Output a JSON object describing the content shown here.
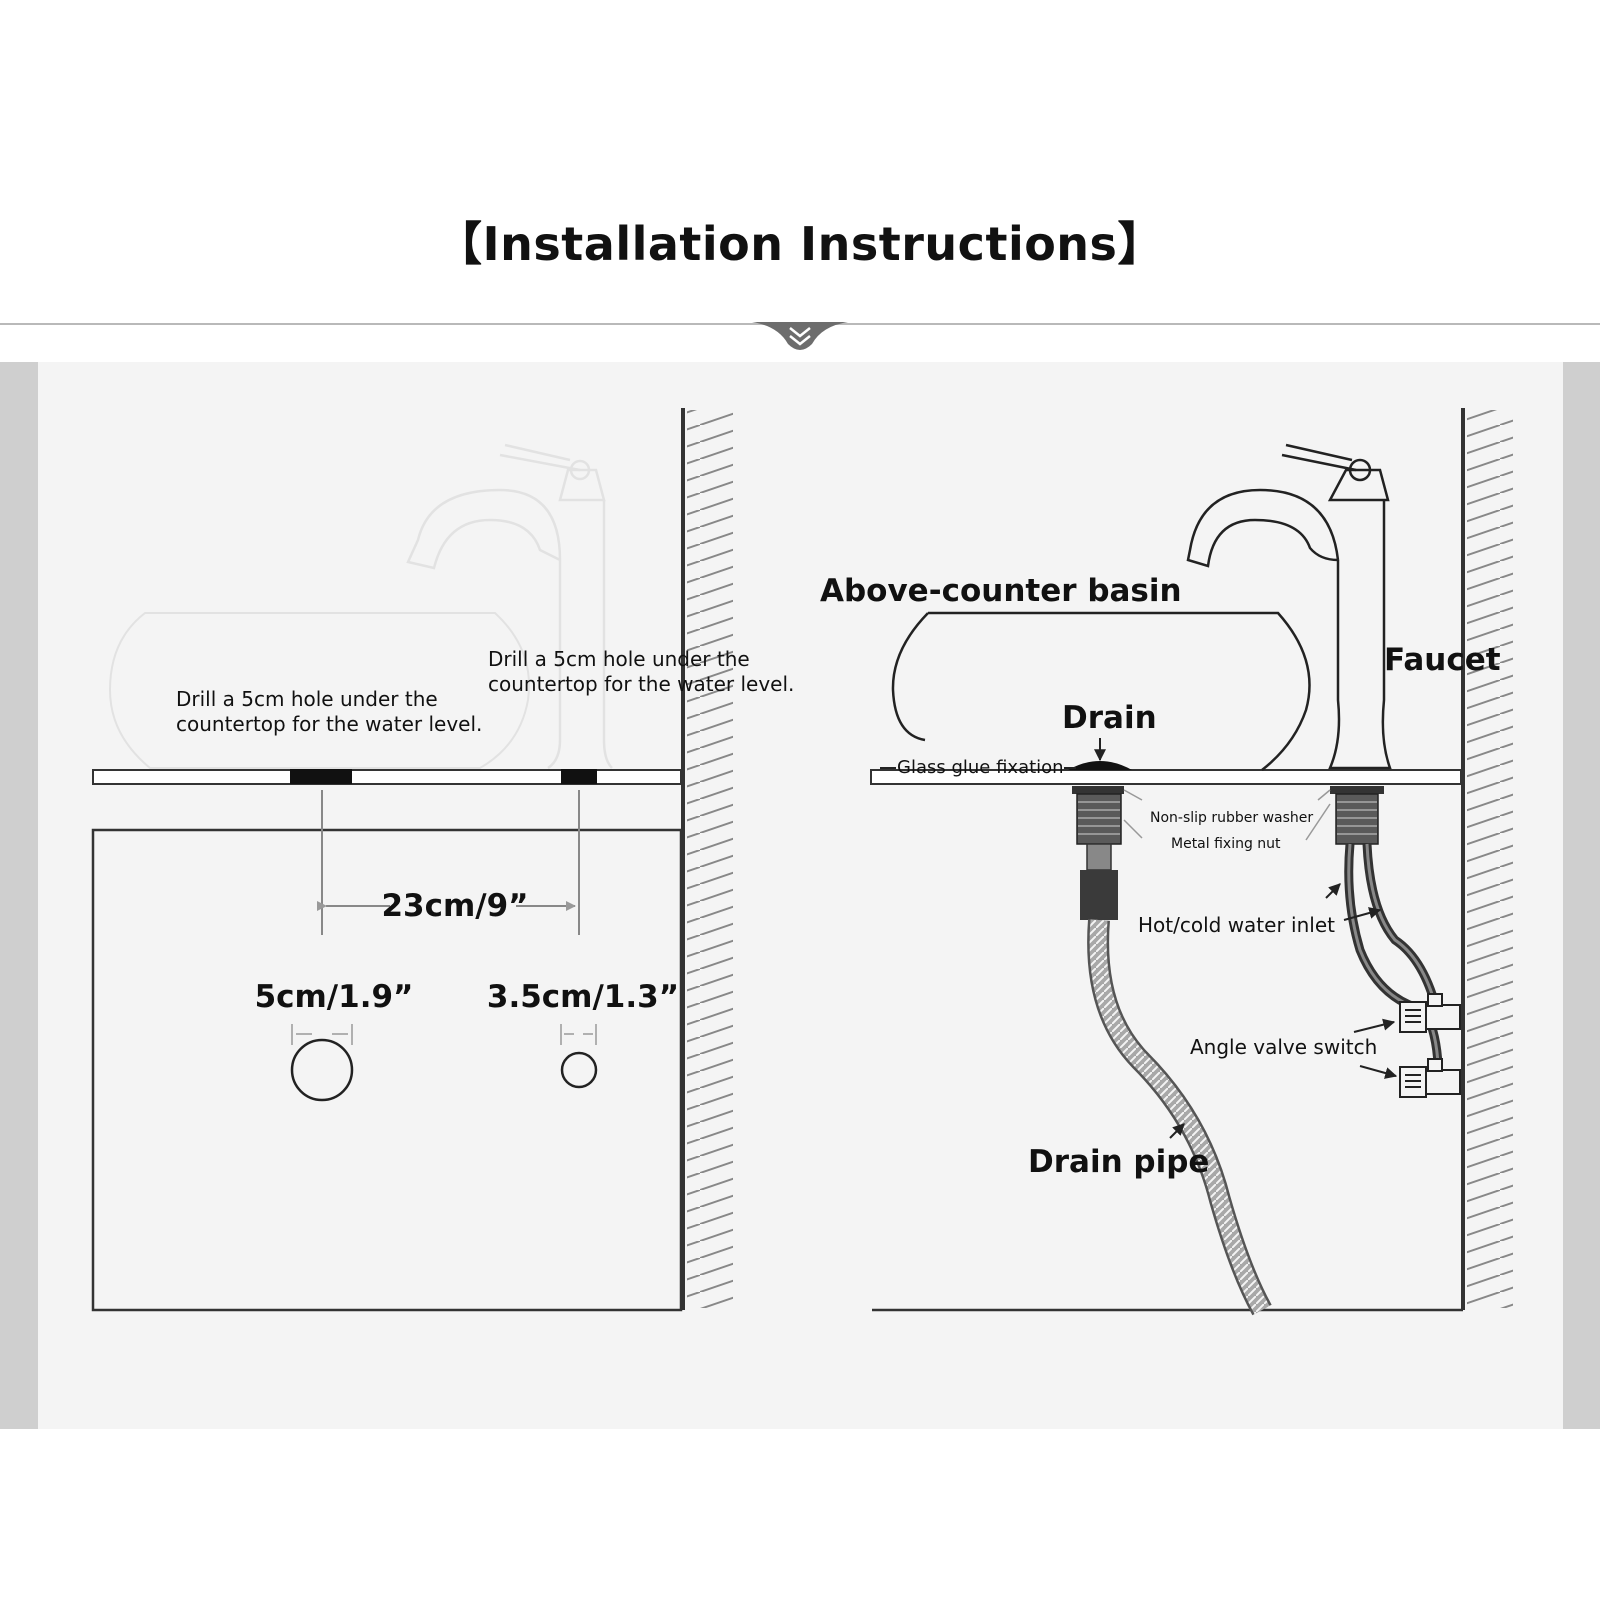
{
  "title": "【Installation Instructions】",
  "left": {
    "drill_note_left": [
      "Drill a 5cm hole under the",
      "countertop for the water level."
    ],
    "drill_note_right": [
      "Drill a 5cm hole under the",
      "countertop for the water level."
    ],
    "spacing": "23cm/9”",
    "hole_large": "5cm/1.9”",
    "hole_small": "3.5cm/1.3”"
  },
  "right": {
    "basin": "Above-counter basin",
    "faucet": "Faucet",
    "drain": "Drain",
    "glue": "Glass glue fixation",
    "washer": "Non-slip rubber washer",
    "nut": "Metal fixing nut",
    "inlet": "Hot/cold water inlet",
    "valve": "Angle valve switch",
    "drain_pipe": "Drain pipe"
  },
  "colors": {
    "panel": "#f4f4f4",
    "side_bars": "#cfcfcf",
    "line": "#222222"
  }
}
